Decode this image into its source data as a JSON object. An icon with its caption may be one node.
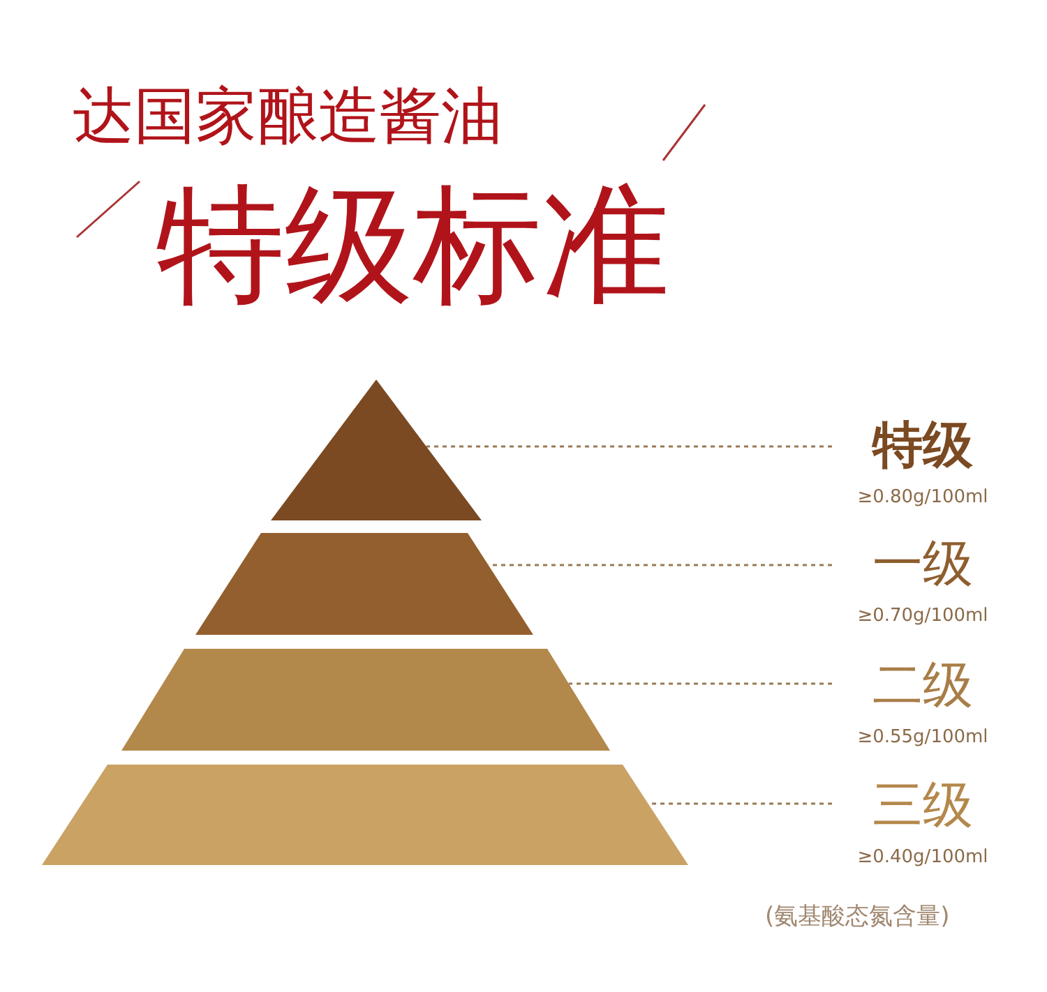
{
  "diagram": {
    "title": "达国家酿造酱油",
    "nodes": [
      {
        "text": [],
        "shape": "triangle"
      },
      {
        "text": [],
        "shape": "trapezoid"
      },
      {
        "text": [],
        "shape": "trapezoid"
      },
      {
        "text": [],
        "shape": "trapezoid"
      },
      {
        "text": [
          "特级",
          "≥0.80g/100ml"
        ]
      },
      {
        "text": [
          "一级",
          "≥0.70g/100ml"
        ]
      },
      {
        "text": [
          "二级",
          "≥0.55g/100ml"
        ]
      },
      {
        "text": [
          "三级",
          "≥0.40g/100ml"
        ]
      }
    ],
    "edges": [
      {
        "from": 4,
        "to": 0,
        "arrow": "none",
        "style": "dashed"
      },
      {
        "from": 5,
        "to": 1,
        "arrow": "none",
        "style": "dashed"
      },
      {
        "from": 6,
        "to": 2,
        "arrow": "none",
        "style": "dashed"
      },
      {
        "from": 7,
        "to": 3,
        "arrow": "none",
        "style": "dashed"
      }
    ],
    "labels": [
      "特级标准",
      "(氨基酸态氮含量)"
    ]
  }
}
